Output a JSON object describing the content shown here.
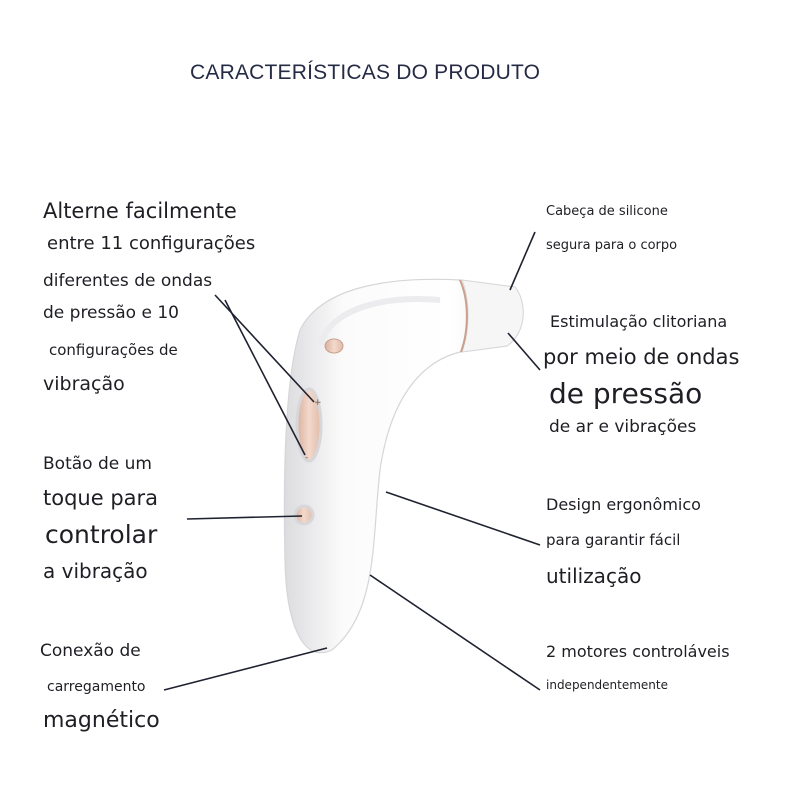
{
  "title": "CARACTERÍSTICAS DO PRODUTO",
  "features": {
    "modes": [
      "Alterne facilmente",
      "entre 11 configurações",
      "diferentes de ondas",
      "de pressão e 10",
      "configurações de",
      "vibração"
    ],
    "button": [
      "Botão de um",
      "toque para",
      "controlar",
      "a vibração"
    ],
    "charging": [
      "Conexão de",
      "carregamento",
      "magnético"
    ],
    "head": [
      "Cabeça de silicone",
      "segura para o corpo"
    ],
    "stimulation": [
      "Estimulação clitoriana",
      "por meio de ondas",
      "de pressão",
      "de ar e vibrações"
    ],
    "design": [
      "Design ergonômico",
      "para garantir fácil",
      "utilização"
    ],
    "motors": [
      "2 motores controláveis",
      "independentemente"
    ]
  },
  "colors": {
    "text": "#1e1e24",
    "title": "#262b45",
    "accent": "#e8c7b6",
    "line": "#1f2230"
  }
}
